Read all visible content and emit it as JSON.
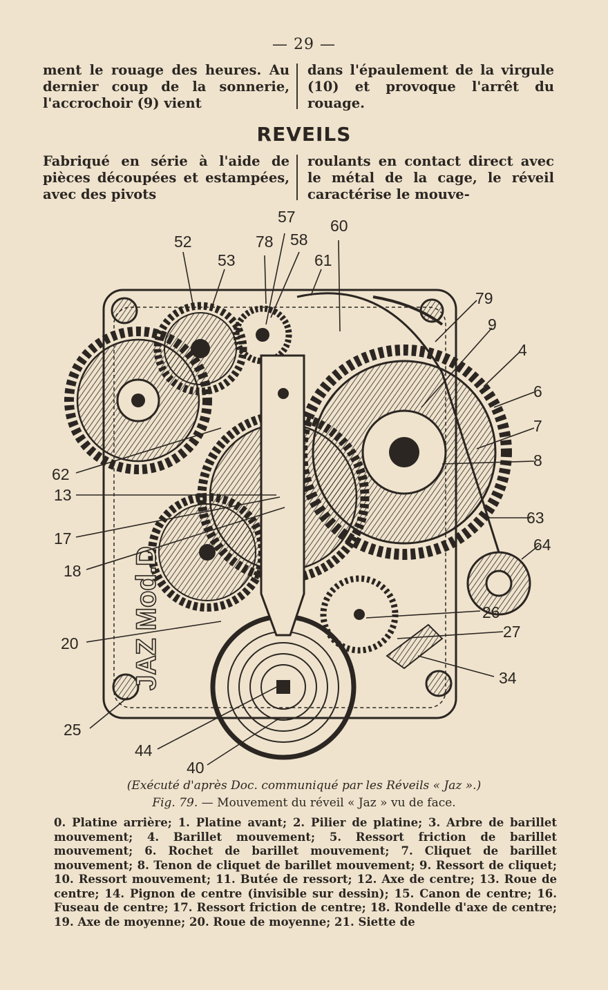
{
  "page": {
    "number": "— 29 —"
  },
  "top_text": {
    "left": "ment le rouage des heures. Au dernier coup de la sonnerie, l'accrochoir (9) vient",
    "right": "dans l'épaulement de la virgule (10) et provoque l'arrêt du rouage."
  },
  "section": {
    "title": "REVEILS"
  },
  "intro_text": {
    "left": "Fabriqué en série à l'aide de pièces découpées et estampées, avec des pivots",
    "right": "roulants en contact direct avec le métal de la cage, le réveil caractérise le mouve-"
  },
  "figure": {
    "stamp": "JAZ Mod.D",
    "labels": {
      "l52": "52",
      "l53": "53",
      "l78": "78",
      "l57": "57",
      "l58": "58",
      "l60": "60",
      "l61": "61",
      "l79": "79",
      "l9": "9",
      "l4": "4",
      "l6": "6",
      "l7": "7",
      "l8": "8",
      "l63": "63",
      "l64": "64",
      "l62": "62",
      "l13": "13",
      "l17": "17",
      "l18": "18",
      "l20": "20",
      "l26": "26",
      "l27": "27",
      "l34": "34",
      "l25": "25",
      "l44": "44",
      "l40": "40"
    },
    "credit": "(Exécuté d'après Doc. communiqué par les Réveils « Jaz ».)",
    "caption_lead": "Fig. 79.",
    "caption_rest": " — Mouvement du réveil « Jaz » vu de face."
  },
  "legend": {
    "text": "0. Platine arrière; 1. Platine avant; 2. Pilier de platine; 3. Arbre de barillet mouvement; 4. Barillet mouvement; 5. Ressort friction de barillet mouvement; 6. Rochet de barillet mouvement; 7. Cliquet de barillet mouvement; 8. Tenon de cliquet de barillet mouvement; 9. Ressort de cliquet; 10. Ressort mouvement; 11. Butée de ressort; 12. Axe de centre; 13. Roue de centre; 14. Pignon de centre (invisible sur dessin); 15. Canon de centre; 16. Fuseau de centre; 17. Ressort friction de centre; 18. Rondelle d'axe de centre; 19. Axe de moyenne; 20. Roue de moyenne; 21. Siette de"
  }
}
